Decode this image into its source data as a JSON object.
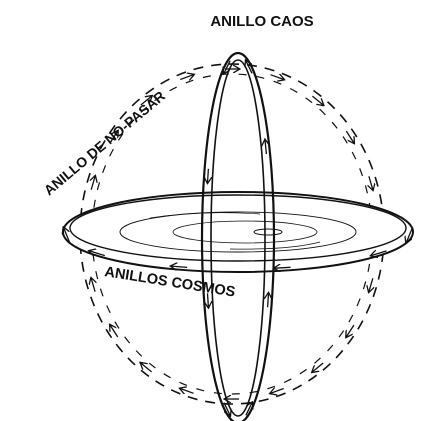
{
  "labels": {
    "chaos_ring": "ANILLO CAOS",
    "no_pass_ring": "ANILLO DE NO-PASAR",
    "cosmos_rings": "ANILLOS COSMOS"
  },
  "colors": {
    "ink": "#111111",
    "background": "#ffffff"
  }
}
